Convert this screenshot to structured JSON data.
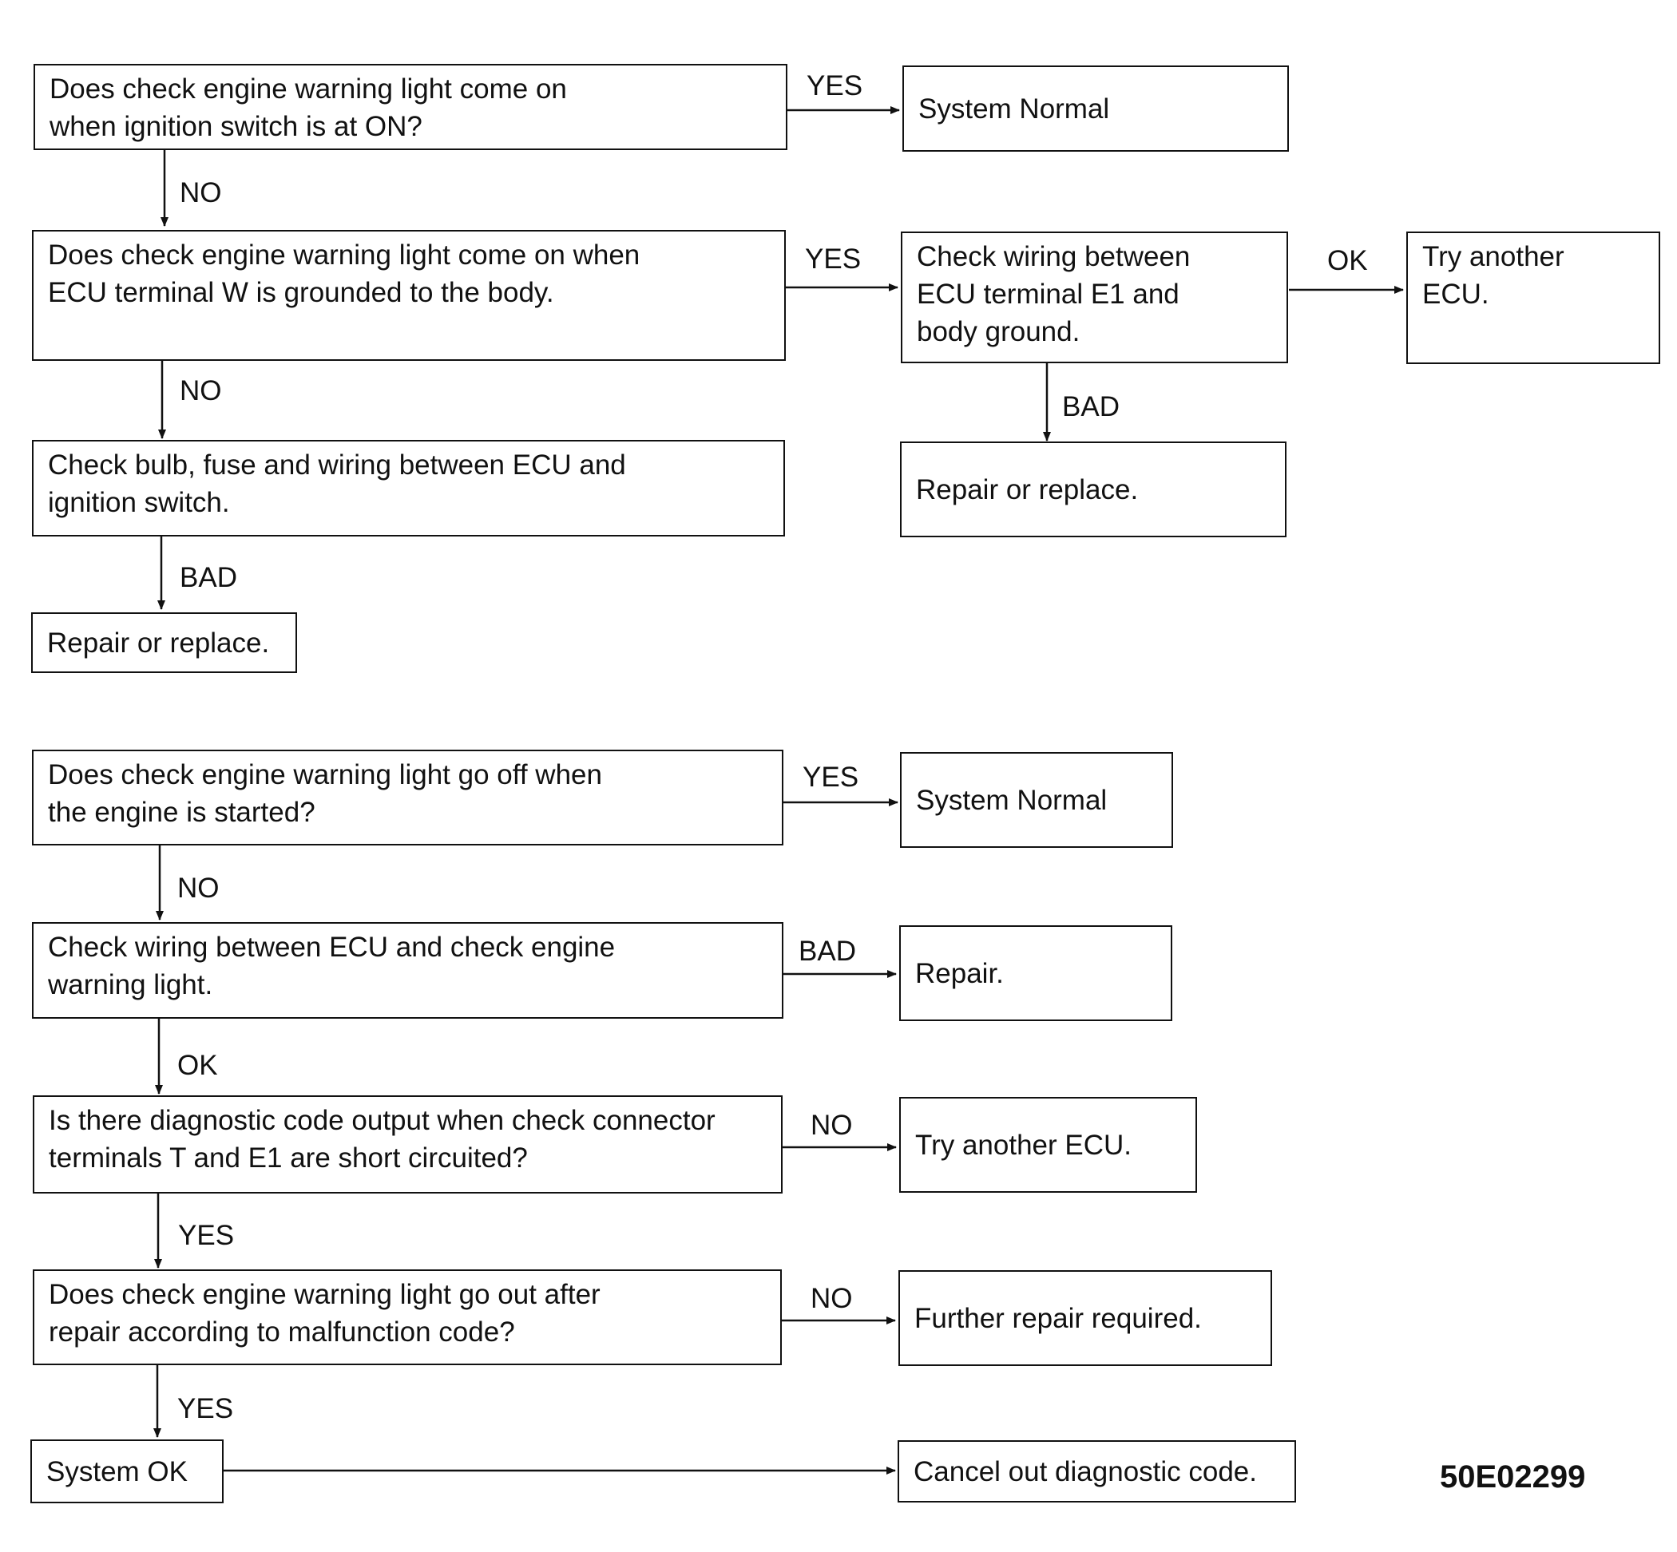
{
  "flowchart_1": {
    "q1": "Does check engine warning light come on\nwhen ignition switch is at ON?",
    "q1_yes_label": "YES",
    "q1_yes_result": "System Normal",
    "q1_no_label": "NO",
    "q2": "Does check engine warning light come on when\nECU terminal W is grounded to the body.",
    "q2_yes_label": "YES",
    "q2_yes_action": "Check wiring between\nECU terminal E1 and\nbody ground.",
    "q2_yes_ok_label": "OK",
    "q2_yes_ok_result": "Try another\nECU.",
    "q2_yes_bad_label": "BAD",
    "q2_yes_bad_result": "Repair or replace.",
    "q2_no_label": "NO",
    "check_bulb": "Check bulb, fuse and wiring between ECU and\nignition switch.",
    "check_bulb_bad_label": "BAD",
    "check_bulb_bad_result": "Repair or replace."
  },
  "flowchart_2": {
    "q1": "Does check engine warning light go off when\nthe engine is started?",
    "q1_yes_label": "YES",
    "q1_yes_result": "System Normal",
    "q1_no_label": "NO",
    "check_wiring": "Check wiring between ECU and check engine\nwarning light.",
    "check_wiring_bad_label": "BAD",
    "check_wiring_bad_result": "Repair.",
    "check_wiring_ok_label": "OK",
    "q3": "Is there diagnostic code output when check connector\nterminals T and E1 are short circuited?",
    "q3_no_label": "NO",
    "q3_no_result": "Try another ECU.",
    "q3_yes_label": "YES",
    "q4": "Does check engine warning light go out after\nrepair according to malfunction code?",
    "q4_no_label": "NO",
    "q4_no_result": "Further repair required.",
    "q4_yes_label": "YES",
    "system_ok": "System OK",
    "cancel_code": "Cancel out diagnostic code."
  },
  "figure_code": "50E02299"
}
